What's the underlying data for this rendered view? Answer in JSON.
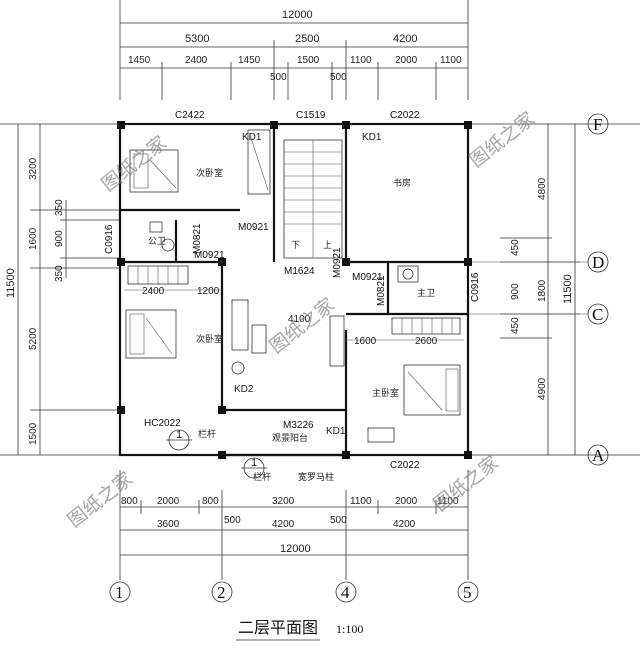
{
  "plan_title": "二层平面图",
  "scale": "1:100",
  "watermark": "图纸之家",
  "dimensions": {
    "top_total": "12000",
    "top_row2": [
      "5300",
      "2500",
      "4200"
    ],
    "top_row3": [
      "1450",
      "2400",
      "1450",
      "500",
      "1500",
      "500",
      "1100",
      "2000",
      "1100"
    ],
    "bottom_row1": [
      "800",
      "2000",
      "800",
      "3200",
      "1100",
      "2000",
      "1100"
    ],
    "bottom_row2": [
      "3600",
      "500",
      "4200",
      "500",
      "4200"
    ],
    "bottom_total": "12000",
    "left_outer": "11500",
    "left_inner": [
      "3200",
      "350",
      "1600",
      "900",
      "350",
      "5200",
      "1500"
    ],
    "right_inner": [
      "4800",
      "450",
      "900",
      "1800",
      "450",
      "4900"
    ],
    "right_outer": "11500",
    "interior": [
      "2400",
      "1200",
      "1600",
      "2600",
      "4100"
    ]
  },
  "axes": {
    "vertical": [
      "1",
      "2",
      "4",
      "5"
    ],
    "horizontal": [
      "F",
      "D",
      "C",
      "A"
    ]
  },
  "rooms": {
    "bedroom_nw": "次卧室",
    "study": "书房",
    "bathroom_w": "公卫",
    "bedroom_sw": "次卧室",
    "bathroom_e": "主卫",
    "master_bedroom": "主卧室",
    "balcony": "观景阳台"
  },
  "openings": {
    "c2422": "C2422",
    "c1519": "C1519",
    "c2022_top": "C2022",
    "kd1_top": "KD1",
    "kd1_top2": "KD1",
    "c0916_w": "C0916",
    "m0821_w": "M0821",
    "m0921_a": "M0921",
    "m0921_b": "M0921",
    "m1624": "M1624",
    "m0921_c": "M0921",
    "m0921_d": "M0921",
    "m0821_e": "M0821",
    "c0916_e": "C0916",
    "kd2": "KD2",
    "hc2022": "HC2022",
    "m3226": "M3226",
    "kd1_bottom": "KD1",
    "c2022_bottom": "C2022",
    "railing_a": "栏杆",
    "railing_b": "栏杆",
    "roman_column": "宽罗马柱",
    "stair_down": "下",
    "stair_up": "上"
  },
  "section_markers": [
    "1",
    "1"
  ]
}
